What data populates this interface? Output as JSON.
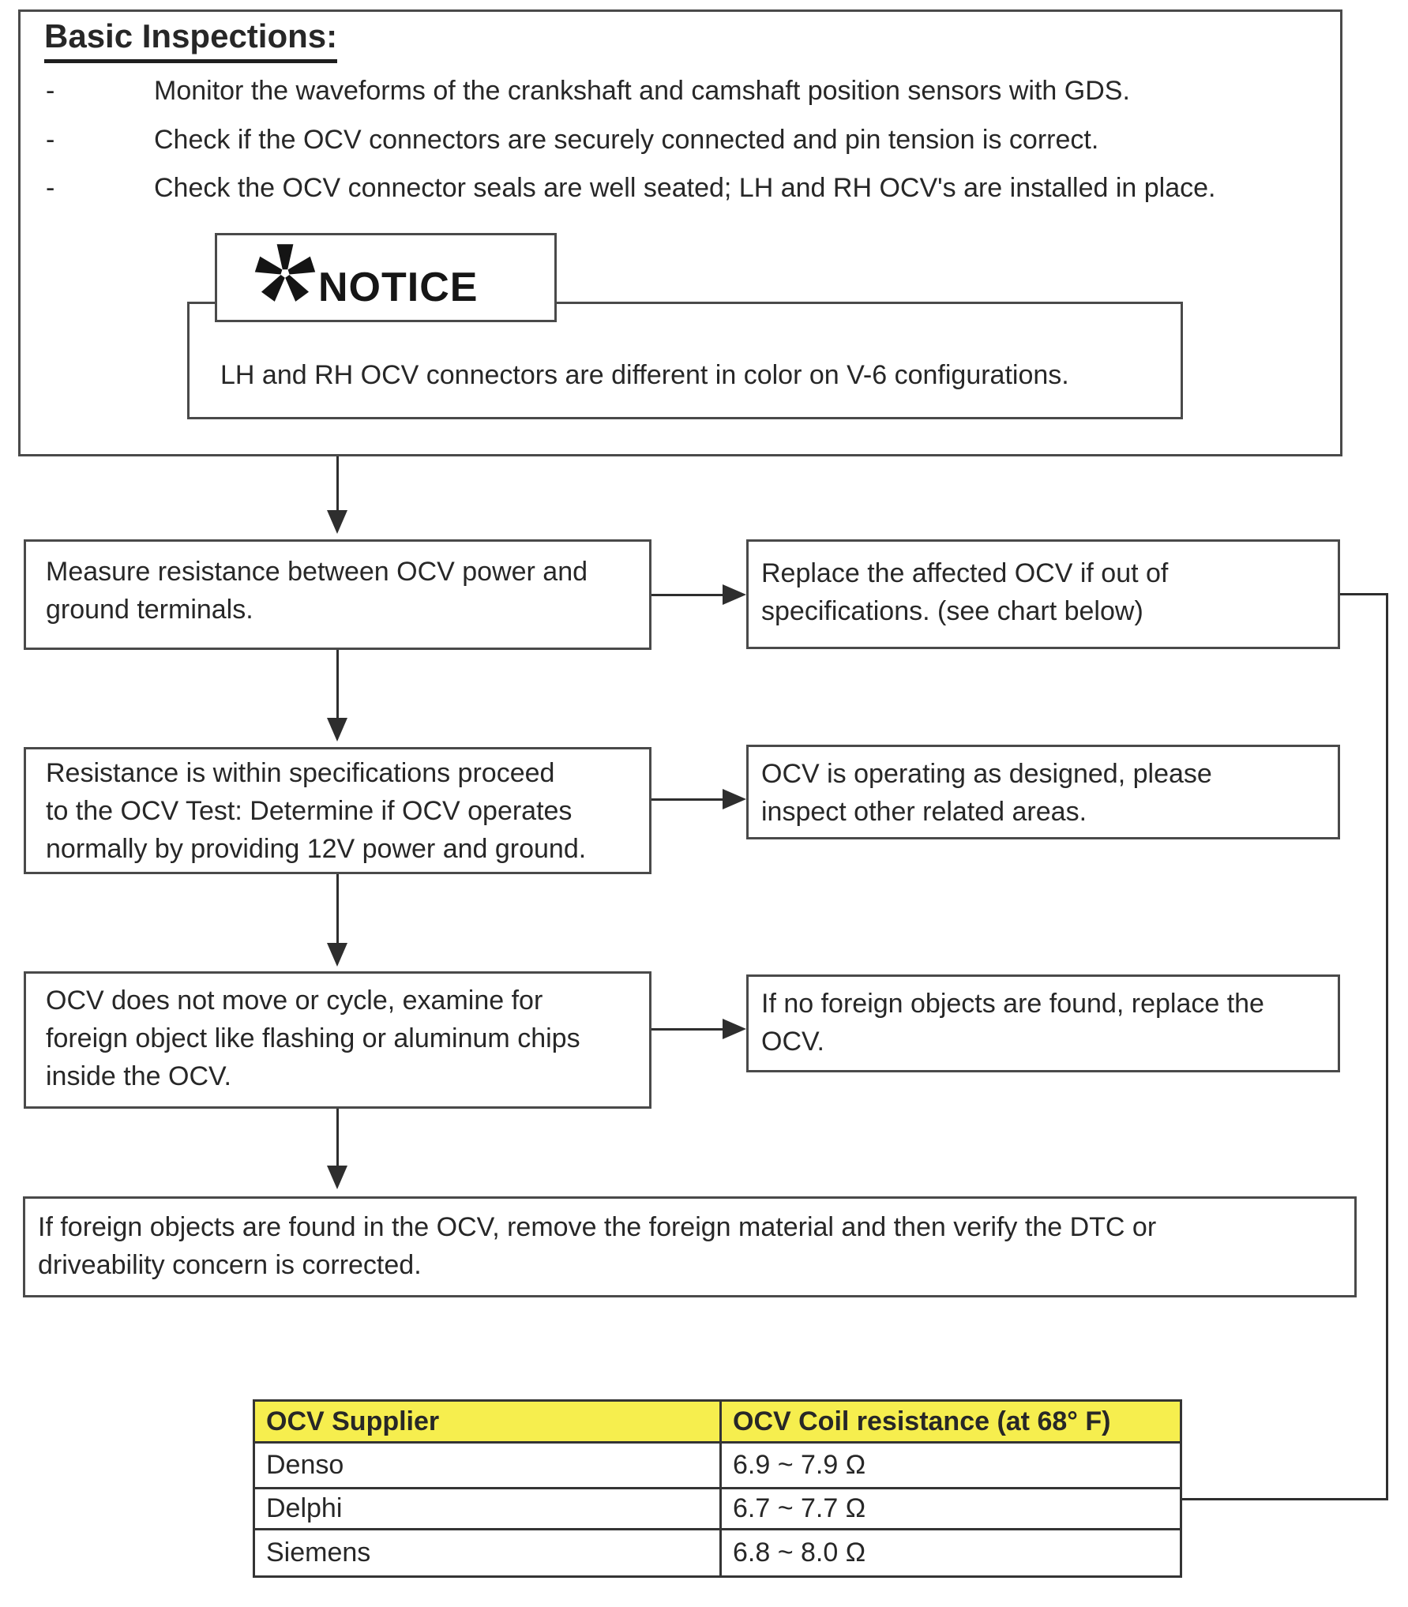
{
  "basic": {
    "heading": "Basic Inspections:",
    "bullet_marker": "-",
    "bullets": [
      "Monitor the waveforms of the crankshaft and camshaft position sensors with GDS.",
      "Check if the OCV connectors are securely connected and pin tension is correct.",
      "Check the OCV connector seals are well seated; LH and RH OCV's are installed in place."
    ],
    "notice": {
      "asterisk": "*",
      "label": "NOTICE",
      "text": "LH and RH OCV connectors are different in color on V-6 configurations."
    }
  },
  "flow": {
    "step1": {
      "left_lines": [
        "Measure resistance between OCV power and",
        "ground terminals."
      ],
      "right_lines": [
        "Replace the affected OCV if out of",
        "specifications. (see chart below)"
      ]
    },
    "step2": {
      "left_lines": [
        "Resistance is within specifications proceed",
        "to the OCV Test: Determine if OCV operates",
        "normally by providing 12V power and ground."
      ],
      "right_lines": [
        "OCV is operating as designed, please",
        "inspect other related areas."
      ]
    },
    "step3": {
      "left_lines": [
        "OCV does not move or cycle, examine for",
        "foreign object like flashing or aluminum chips",
        "inside the OCV."
      ],
      "right_lines": [
        "If no foreign objects are found, replace the",
        "OCV."
      ]
    },
    "final_lines": [
      "If foreign objects are found in the OCV, remove the foreign material and then verify the DTC or",
      "driveability concern is corrected."
    ]
  },
  "table": {
    "headers": [
      "OCV Supplier",
      "OCV Coil resistance (at 68° F)"
    ],
    "rows": [
      {
        "supplier": "Denso",
        "resistance": "6.9 ~ 7.9 Ω"
      },
      {
        "supplier": "Delphi",
        "resistance": "6.7 ~ 7.7 Ω"
      },
      {
        "supplier": "Siemens",
        "resistance": "6.8 ~ 8.0 Ω"
      }
    ],
    "header_bg": "#f6ee4e"
  },
  "colors": {
    "box_border": "#4a4a4a",
    "table_border": "#343434",
    "line": "#2e2e2e",
    "text": "#272727",
    "background": "#ffffff"
  }
}
